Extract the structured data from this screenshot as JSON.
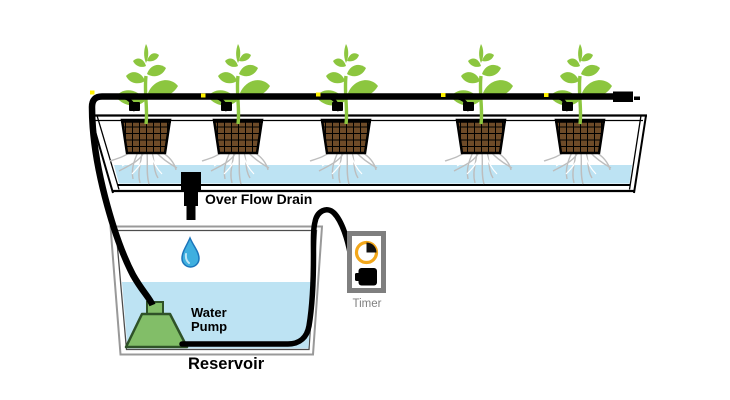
{
  "diagram": {
    "labels": {
      "overflow_drain": "Over Flow Drain",
      "water_pump": "Water Pump",
      "reservoir": "Reservoir",
      "timer": "Timer"
    },
    "plant_count": 5,
    "components": [
      "drip-line",
      "dripper-emitters",
      "plants",
      "net-pots",
      "roots",
      "grow-tray",
      "nutrient-water",
      "overflow-drain",
      "water-drop",
      "reservoir",
      "water-pump",
      "pump-tube",
      "power-cord",
      "timer-outlet"
    ],
    "colors": {
      "leaf_green": "#8CC63F",
      "pot_brown": "#6E4B28",
      "water_blue": "#BDE3F3",
      "drop_blue": "#3FAFDF",
      "drop_outline": "#1B75BB",
      "pump_green": "#82BE68",
      "pump_outline": "#2F5228",
      "timer_yellow": "#F2A71B",
      "timer_gray": "#7F7F7F",
      "dot_yellow": "#FFF100",
      "root_gray": "#BDBDBD",
      "line_black": "#000000"
    }
  }
}
